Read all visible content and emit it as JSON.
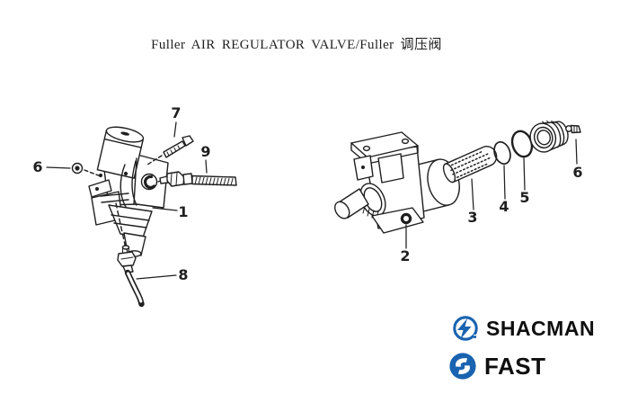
{
  "title": "Fuller AIR REGULATOR VALVE/Fuller 调压阀",
  "diagram": {
    "callouts": [
      {
        "id": "1",
        "label": "1"
      },
      {
        "id": "2",
        "label": "2"
      },
      {
        "id": "3",
        "label": "3"
      },
      {
        "id": "4",
        "label": "4"
      },
      {
        "id": "5",
        "label": "5"
      },
      {
        "id": "6-left",
        "label": "6"
      },
      {
        "id": "6-right",
        "label": "6"
      },
      {
        "id": "7",
        "label": "7"
      },
      {
        "id": "8",
        "label": "8"
      },
      {
        "id": "9",
        "label": "9"
      }
    ]
  },
  "branding": {
    "shacman_label": "SHACMAN",
    "fast_label": "FAST",
    "logo_color": "#1a63b0",
    "wordmark_color": "#0f0f0f"
  },
  "colors": {
    "ink": "#1f1f1f",
    "paper": "#ffffff"
  }
}
